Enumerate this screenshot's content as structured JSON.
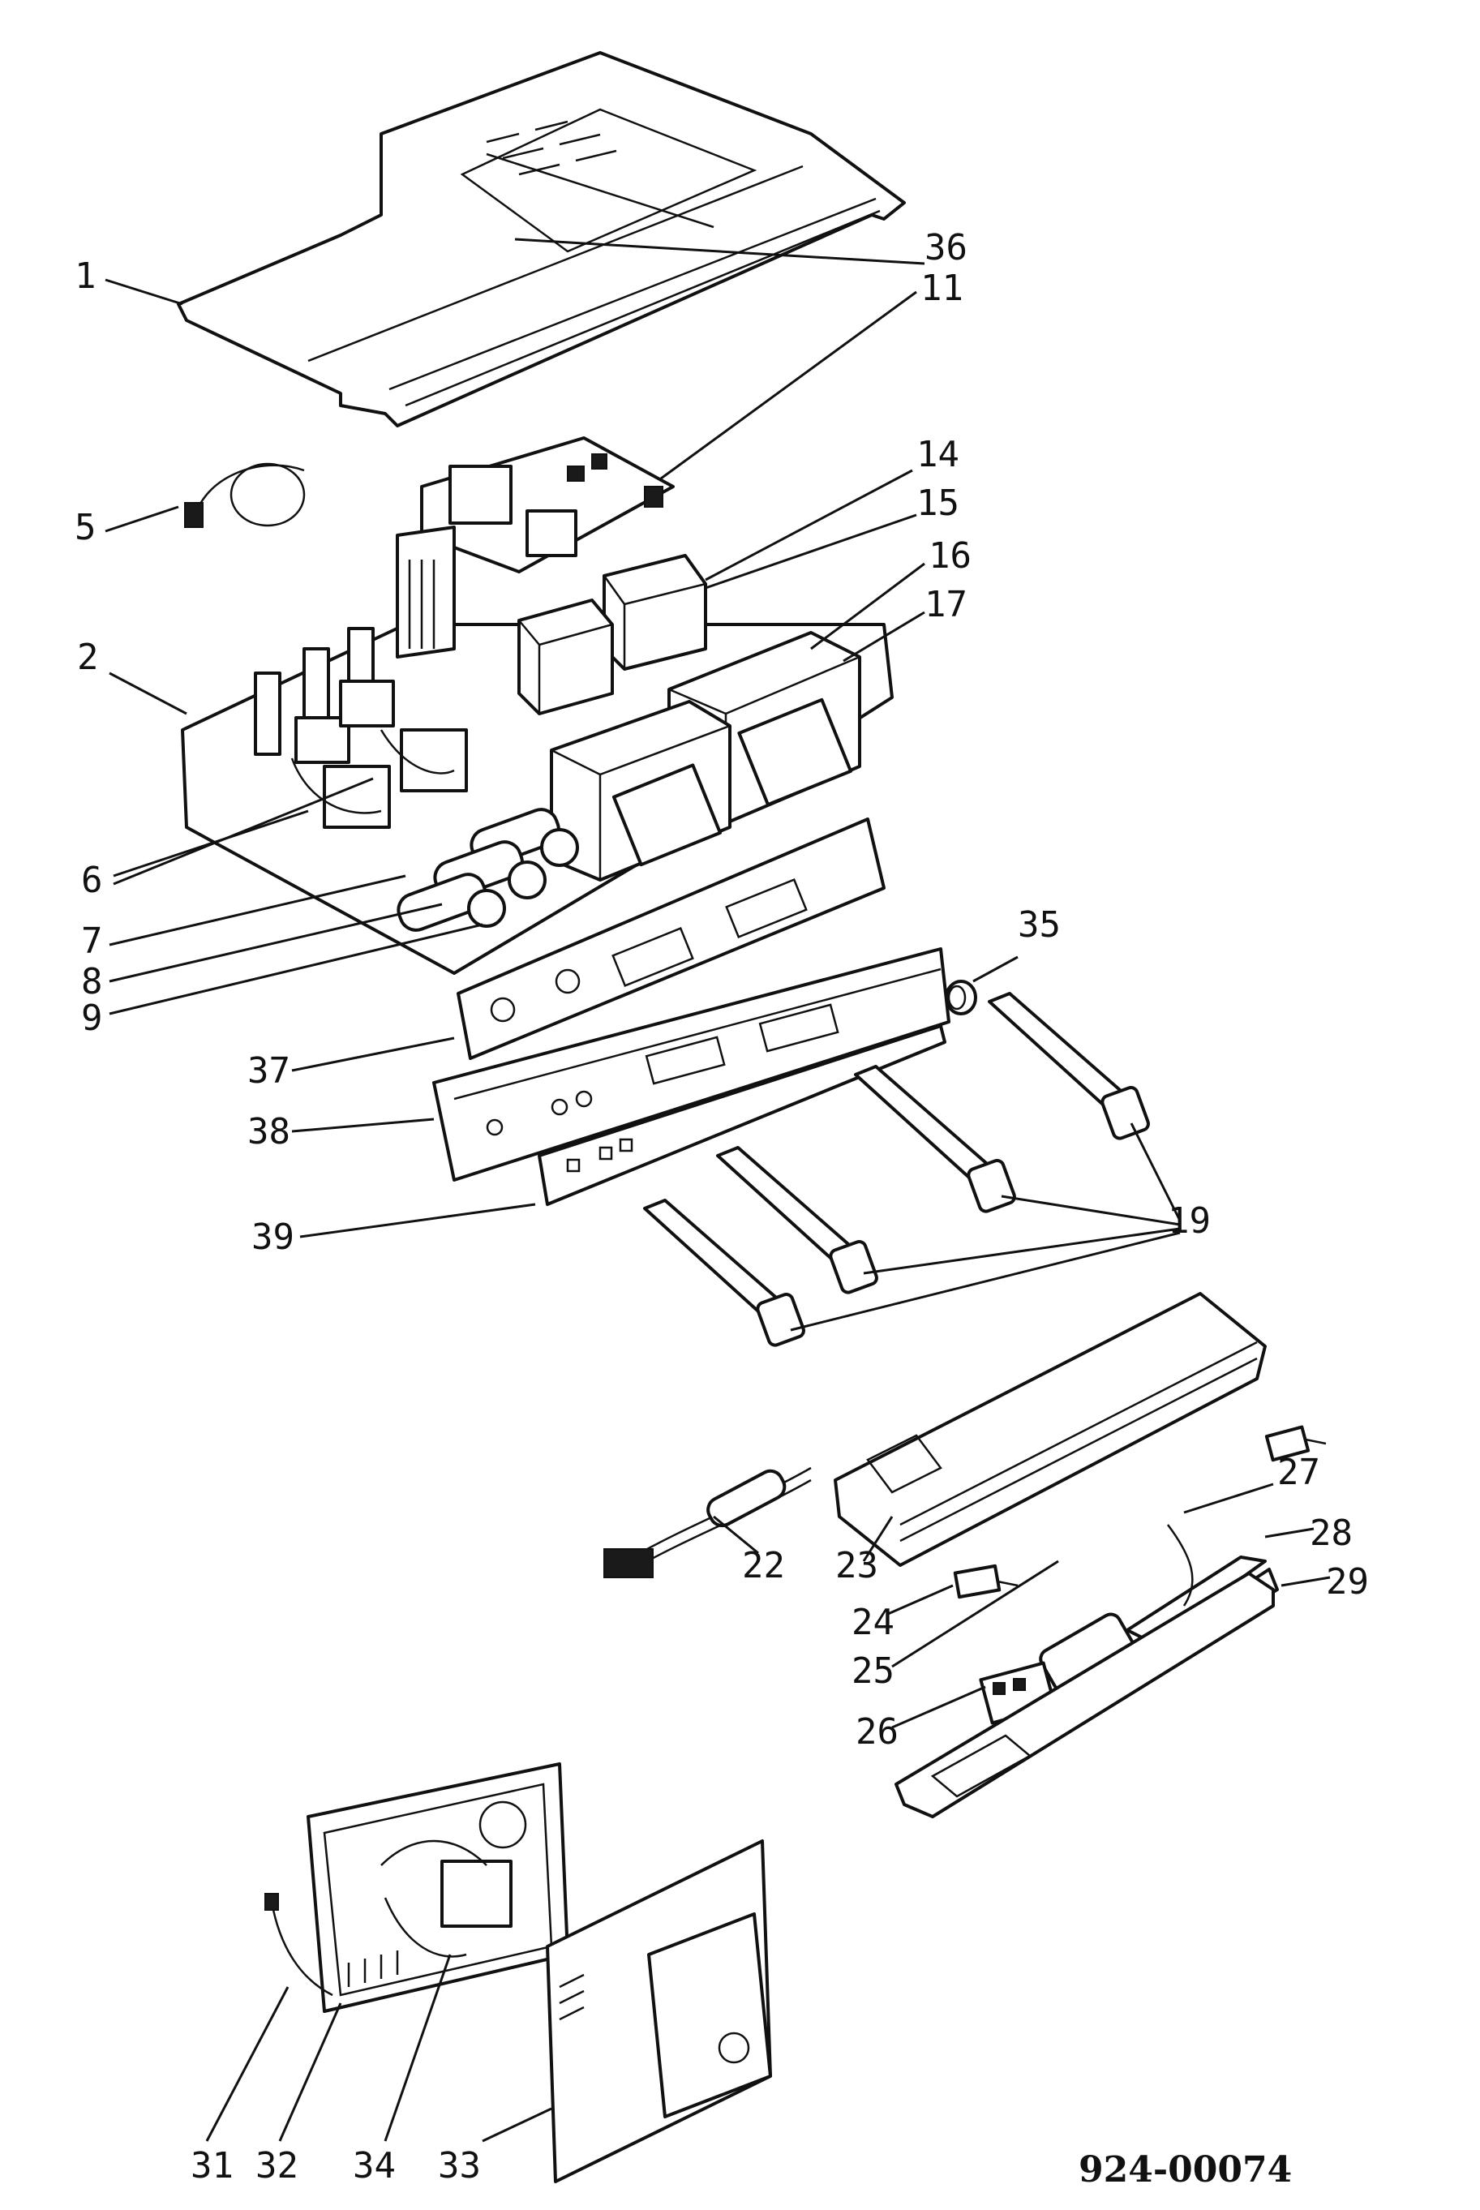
{
  "drawing": {
    "reference_number": "924-00074",
    "callouts": [
      {
        "id": "1",
        "label": "1"
      },
      {
        "id": "2",
        "label": "2"
      },
      {
        "id": "5",
        "label": "5"
      },
      {
        "id": "6",
        "label": "6"
      },
      {
        "id": "7",
        "label": "7"
      },
      {
        "id": "8",
        "label": "8"
      },
      {
        "id": "9",
        "label": "9"
      },
      {
        "id": "11",
        "label": "11"
      },
      {
        "id": "14",
        "label": "14"
      },
      {
        "id": "15",
        "label": "15"
      },
      {
        "id": "16",
        "label": "16"
      },
      {
        "id": "17",
        "label": "17"
      },
      {
        "id": "19",
        "label": "19"
      },
      {
        "id": "22",
        "label": "22"
      },
      {
        "id": "23",
        "label": "23"
      },
      {
        "id": "24",
        "label": "24"
      },
      {
        "id": "25",
        "label": "25"
      },
      {
        "id": "26",
        "label": "26"
      },
      {
        "id": "27",
        "label": "27"
      },
      {
        "id": "28",
        "label": "28"
      },
      {
        "id": "29",
        "label": "29"
      },
      {
        "id": "31",
        "label": "31"
      },
      {
        "id": "32",
        "label": "32"
      },
      {
        "id": "33",
        "label": "33"
      },
      {
        "id": "34",
        "label": "34"
      },
      {
        "id": "35",
        "label": "35"
      },
      {
        "id": "36",
        "label": "36"
      },
      {
        "id": "37",
        "label": "37"
      },
      {
        "id": "38",
        "label": "38"
      },
      {
        "id": "39",
        "label": "39"
      }
    ]
  }
}
